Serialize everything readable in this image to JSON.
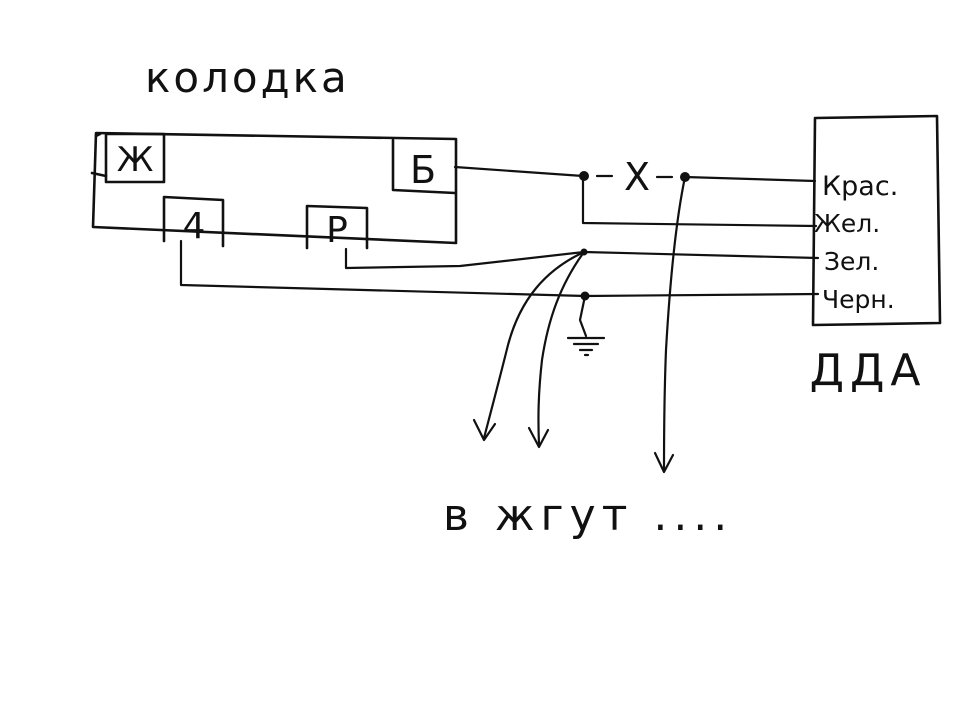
{
  "diagram": {
    "connector_title": "колодка",
    "connector_pins": {
      "pin_zh": "Ж",
      "pin_b": "Б",
      "pin_4": "4",
      "pin_r": "Р"
    },
    "switch_label": "X",
    "sensor": {
      "name": "ДДА",
      "wires": {
        "red": "Крас.",
        "yellow": "Жел.",
        "green": "Зел.",
        "black": "Черн."
      }
    },
    "harness_note": "в жгут ...."
  },
  "colors": {
    "ink": "#111111",
    "background": "#ffffff"
  }
}
